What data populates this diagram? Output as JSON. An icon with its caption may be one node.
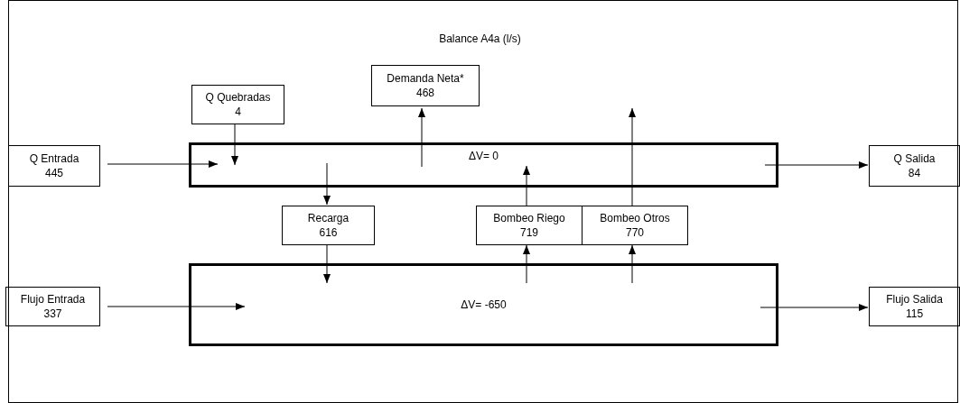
{
  "diagram": {
    "title": "Balance A4a (l/s)",
    "nodes": [
      {
        "text": [
          "Q Entrada",
          "445"
        ]
      },
      {
        "text": [
          "Q Quebradas",
          "4"
        ]
      },
      {
        "text": [
          "Demanda Neta*",
          "468"
        ]
      },
      {
        "text": [
          "ΔV= 0"
        ]
      },
      {
        "text": [
          "Q Salida",
          "84"
        ]
      },
      {
        "text": [
          "Recarga",
          "616"
        ]
      },
      {
        "text": [
          "Bombeo Riego",
          "719"
        ]
      },
      {
        "text": [
          "Bombeo Otros",
          "770"
        ]
      },
      {
        "text": [
          "Flujo Entrada",
          "337"
        ]
      },
      {
        "text": [
          "ΔV= -650"
        ]
      },
      {
        "text": [
          "Flujo Salida",
          "115"
        ]
      }
    ],
    "edges": [
      {
        "from": 0,
        "to": 3,
        "arrow": "to"
      },
      {
        "from": 1,
        "to": 3,
        "arrow": "to"
      },
      {
        "from": 3,
        "to": 2,
        "arrow": "to"
      },
      {
        "from": 3,
        "to": 5,
        "arrow": "to"
      },
      {
        "from": 6,
        "to": 3,
        "arrow": "to"
      },
      {
        "from": 7,
        "to": null,
        "arrow": "to"
      },
      {
        "from": 3,
        "to": 4,
        "arrow": "to"
      },
      {
        "from": 8,
        "to": 9,
        "arrow": "to"
      },
      {
        "from": 5,
        "to": 9,
        "arrow": "to"
      },
      {
        "from": 9,
        "to": 6,
        "arrow": "to"
      },
      {
        "from": 9,
        "to": 7,
        "arrow": "to"
      },
      {
        "from": 9,
        "to": 10,
        "arrow": "to"
      }
    ]
  }
}
